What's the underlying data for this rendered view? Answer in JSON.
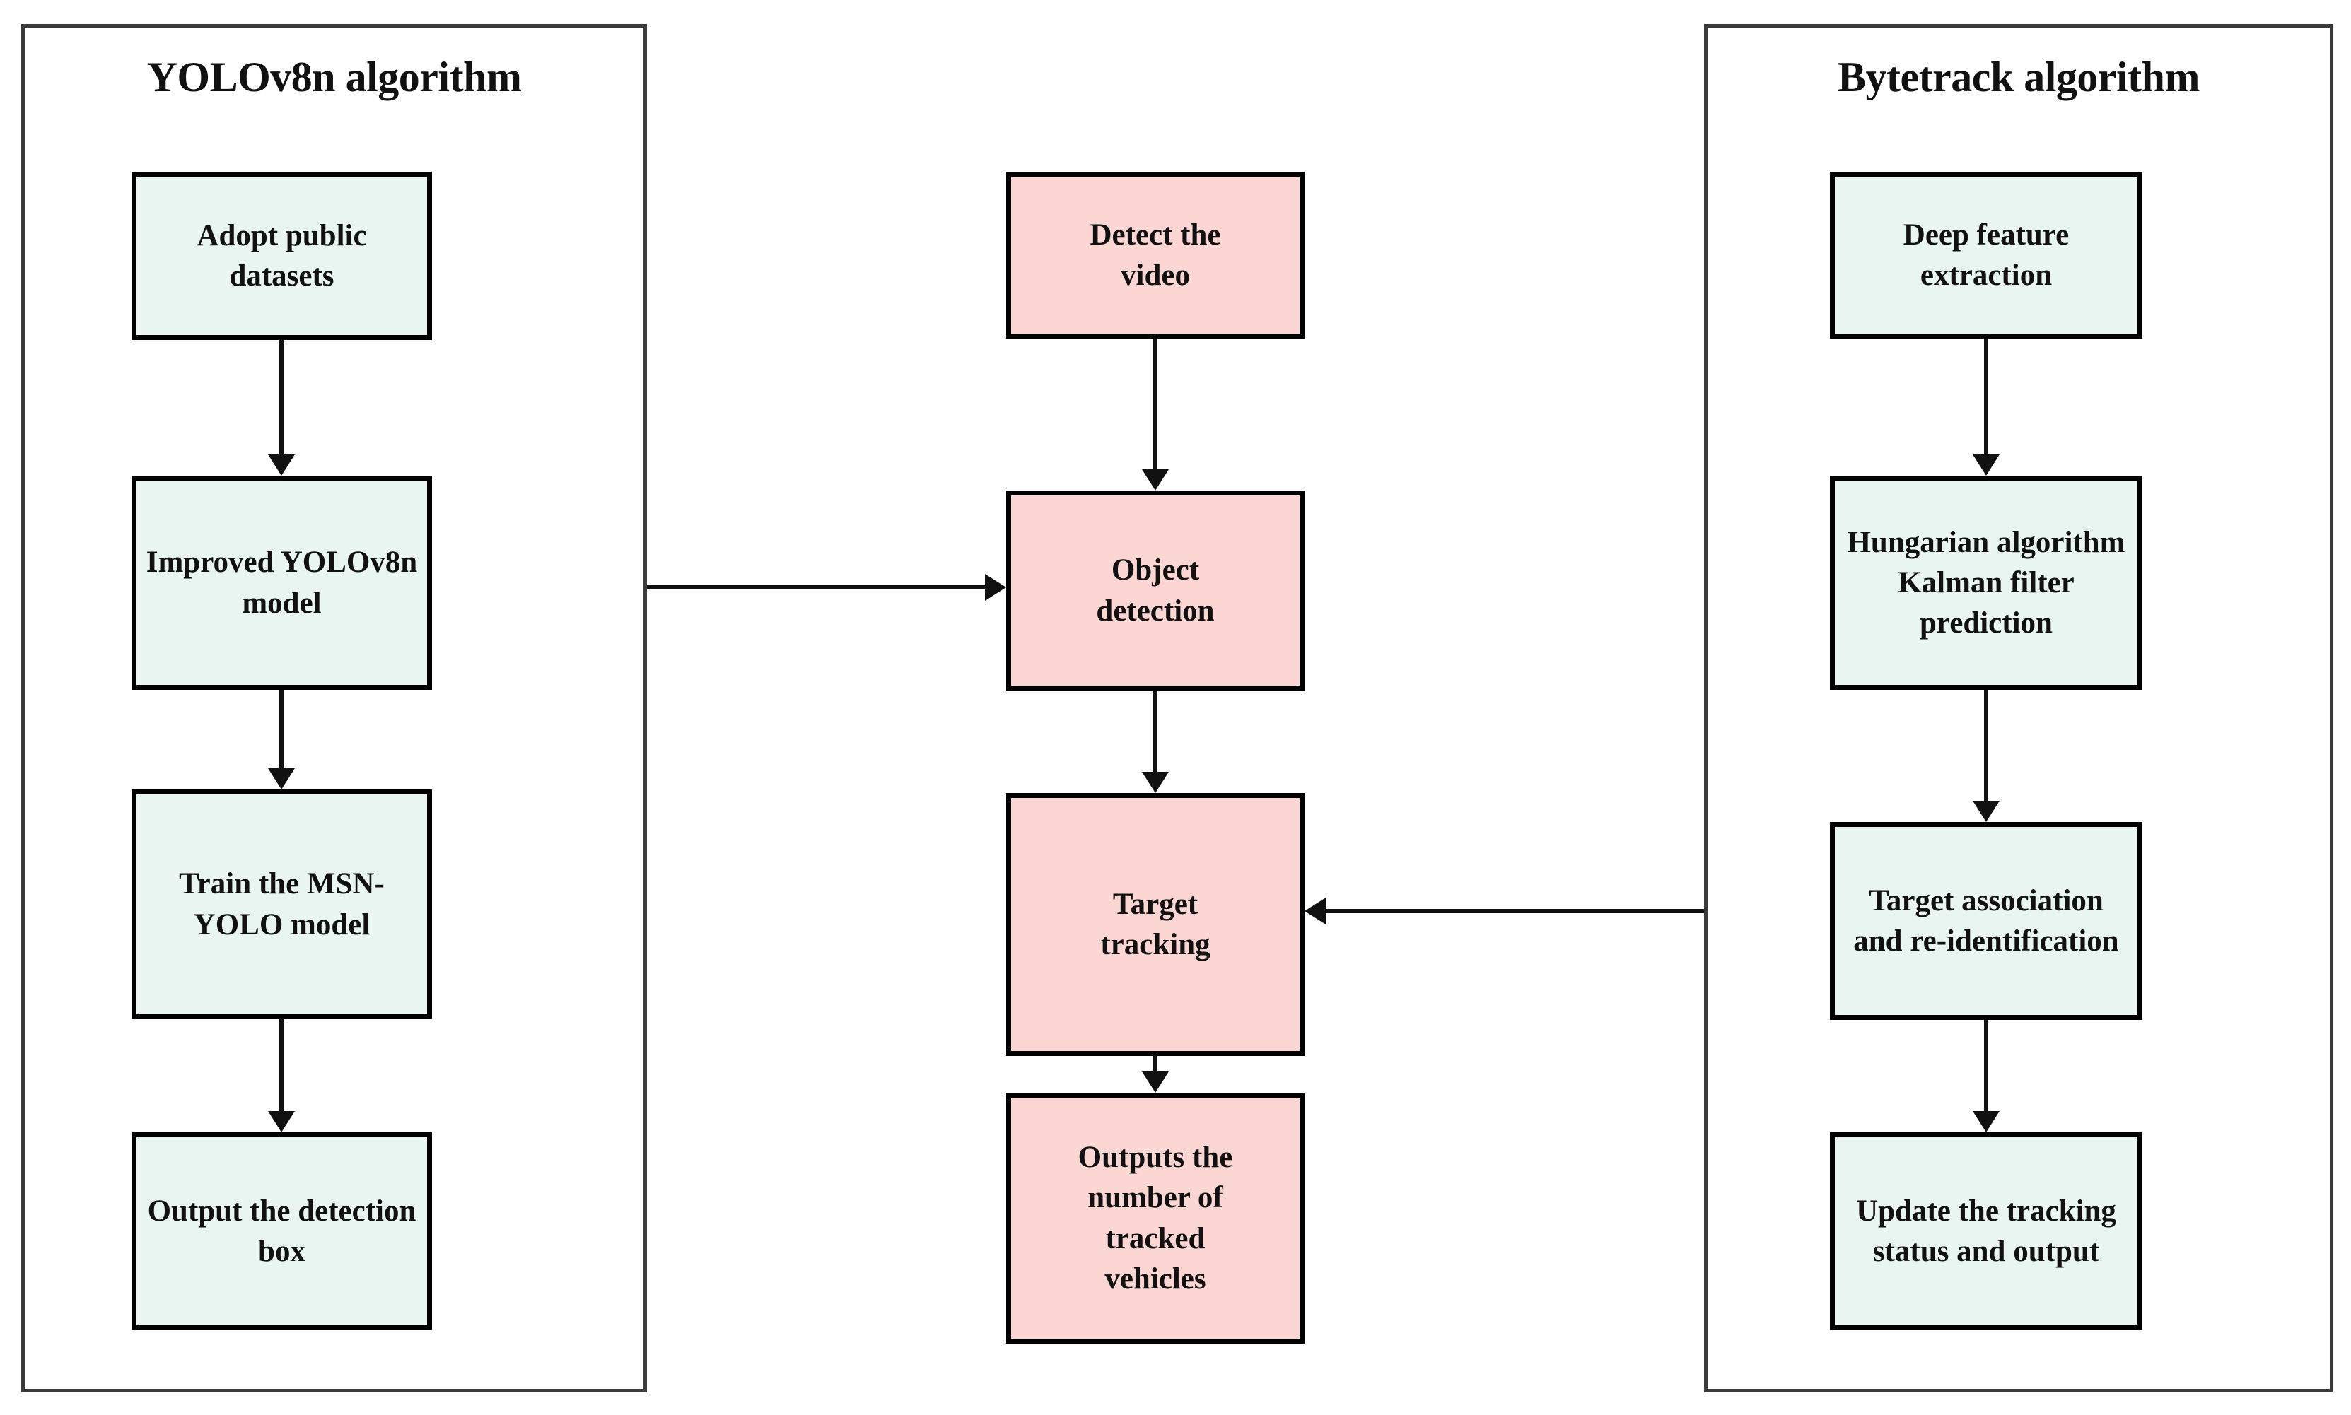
{
  "diagram": {
    "title": "Vehicle detection and tracking pipeline flowchart",
    "type": "flowchart",
    "colors": {
      "teal_fill": "#e8f5f1",
      "pink_fill": "#fbd6d3",
      "node_border": "#000000",
      "panel_border": "#3a3a3a",
      "connector": "#111111",
      "text": "#111111",
      "background": "#ffffff"
    },
    "panels": [
      {
        "id": "left",
        "title": "YOLOv8n algorithm"
      },
      {
        "id": "right",
        "title": "Bytetrack algorithm"
      }
    ],
    "columns": {
      "left": {
        "nodes": [
          {
            "id": "adopt-public-datasets",
            "label": "Adopt public\ndatasets",
            "fill": "teal"
          },
          {
            "id": "improved-yolov8n-model",
            "label": "Improved YOLOv8n\nmodel",
            "fill": "teal"
          },
          {
            "id": "train-msn-yolo-model",
            "label": "Train the MSN-\nYOLO model",
            "fill": "teal"
          },
          {
            "id": "output-detection-box",
            "label": "Output the detection\nbox",
            "fill": "teal"
          }
        ]
      },
      "center": {
        "nodes": [
          {
            "id": "detect-the-video",
            "label": "Detect the\nvideo",
            "fill": "pink"
          },
          {
            "id": "object-detection",
            "label": "Object\ndetection",
            "fill": "pink"
          },
          {
            "id": "target-tracking",
            "label": "Target\ntracking",
            "fill": "pink"
          },
          {
            "id": "outputs-number-of-tracked-vehicles",
            "label": "Outputs the\nnumber of\ntracked\nvehicles",
            "fill": "pink"
          }
        ]
      },
      "right": {
        "nodes": [
          {
            "id": "deep-feature-extraction",
            "label": "Deep feature\nextraction",
            "fill": "teal"
          },
          {
            "id": "hungarian-kalman",
            "label": "Hungarian algorithm\nKalman filter\nprediction",
            "fill": "teal"
          },
          {
            "id": "target-association-reid",
            "label": "Target association\nand re-identification",
            "fill": "teal"
          },
          {
            "id": "update-tracking-status",
            "label": "Update the tracking\nstatus and output",
            "fill": "teal"
          }
        ]
      }
    },
    "edges": [
      {
        "id": "edge-adopt-to-improved",
        "from": "adopt-public-datasets",
        "to": "improved-yolov8n-model",
        "direction": "down"
      },
      {
        "id": "edge-improved-to-train",
        "from": "improved-yolov8n-model",
        "to": "train-msn-yolo-model",
        "direction": "down"
      },
      {
        "id": "edge-train-to-output",
        "from": "train-msn-yolo-model",
        "to": "output-detection-box",
        "direction": "down"
      },
      {
        "id": "edge-left-to-object",
        "from": "YOLOv8n algorithm",
        "to": "object-detection",
        "direction": "right"
      },
      {
        "id": "edge-detect-to-object",
        "from": "detect-the-video",
        "to": "object-detection",
        "direction": "down"
      },
      {
        "id": "edge-object-to-target",
        "from": "object-detection",
        "to": "target-tracking",
        "direction": "down"
      },
      {
        "id": "edge-target-to-outputs",
        "from": "target-tracking",
        "to": "outputs-number-of-tracked-vehicles",
        "direction": "down"
      },
      {
        "id": "edge-right-to-target",
        "from": "Bytetrack algorithm",
        "to": "target-tracking",
        "direction": "left"
      },
      {
        "id": "edge-deep-to-hungarian",
        "from": "deep-feature-extraction",
        "to": "hungarian-kalman",
        "direction": "down"
      },
      {
        "id": "edge-hungarian-to-assoc",
        "from": "hungarian-kalman",
        "to": "target-association-reid",
        "direction": "down"
      },
      {
        "id": "edge-assoc-to-update",
        "from": "target-association-reid",
        "to": "update-tracking-status",
        "direction": "down"
      }
    ]
  }
}
